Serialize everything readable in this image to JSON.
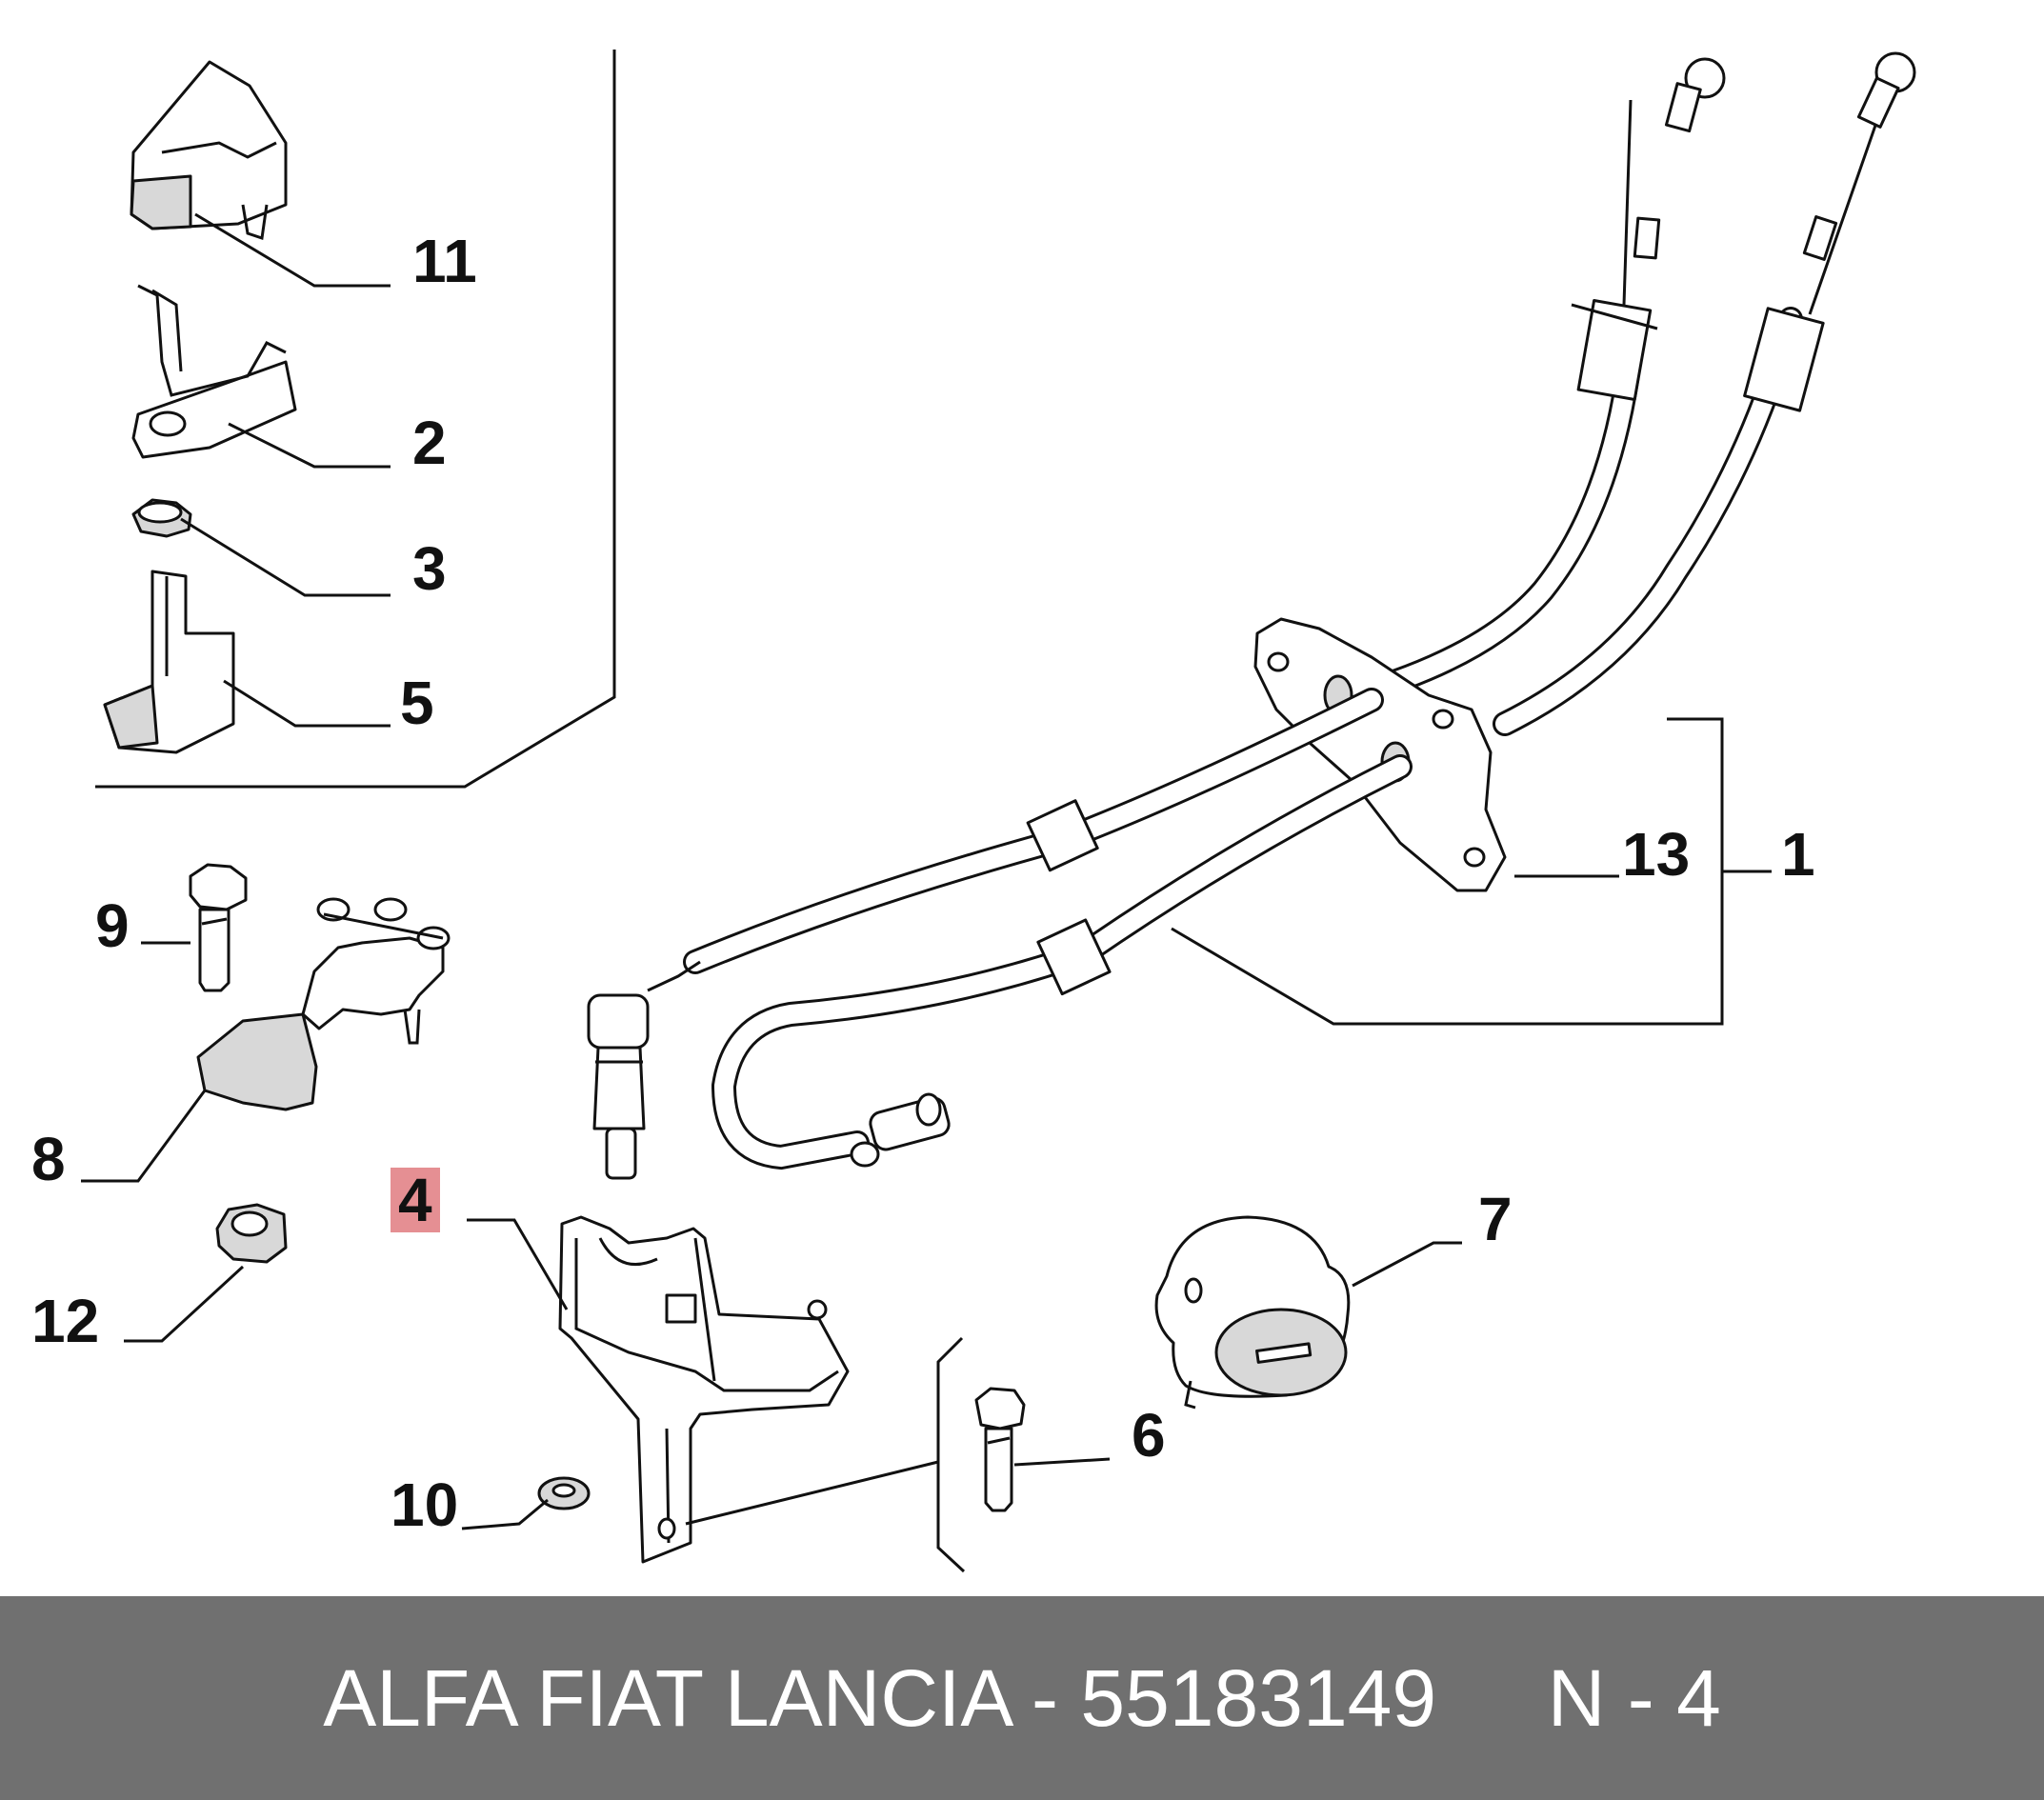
{
  "callouts": [
    {
      "id": "11",
      "label": "11"
    },
    {
      "id": "2",
      "label": "2"
    },
    {
      "id": "3",
      "label": "3"
    },
    {
      "id": "5",
      "label": "5"
    },
    {
      "id": "9",
      "label": "9"
    },
    {
      "id": "8",
      "label": "8"
    },
    {
      "id": "12",
      "label": "12"
    },
    {
      "id": "4",
      "label": "4",
      "highlight": true
    },
    {
      "id": "10",
      "label": "10"
    },
    {
      "id": "6",
      "label": "6"
    },
    {
      "id": "7",
      "label": "7"
    },
    {
      "id": "13",
      "label": "13"
    },
    {
      "id": "1",
      "label": "1"
    }
  ],
  "footer": {
    "text": "ALFA FIAT LANCIA - 55183149     N - 4"
  },
  "colors": {
    "footer_bg": "#707070",
    "highlight": "#e58f93",
    "ink": "#111111"
  }
}
